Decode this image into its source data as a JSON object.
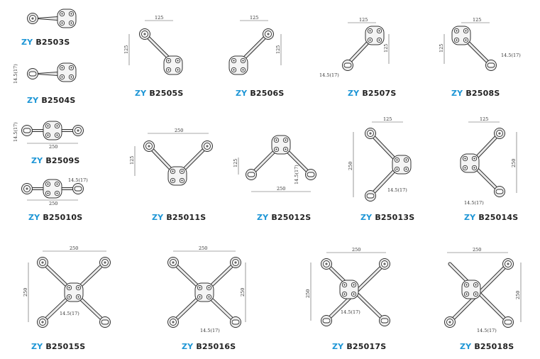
{
  "brand_prefix": "ZY",
  "brand_color": "#1e96d6",
  "items": [
    {
      "model": "B2503S",
      "dims": []
    },
    {
      "model": "B2504S",
      "dims": [
        "14.5(17)"
      ]
    },
    {
      "model": "B2505S",
      "dims": [
        "125",
        "125"
      ]
    },
    {
      "model": "B2506S",
      "dims": [
        "125",
        "125"
      ]
    },
    {
      "model": "B2507S",
      "dims": [
        "125",
        "125",
        "14.5(17)"
      ]
    },
    {
      "model": "B2508S",
      "dims": [
        "125",
        "125",
        "14.5(17)"
      ]
    },
    {
      "model": "B2509S",
      "dims": [
        "250",
        "14.5(17)"
      ]
    },
    {
      "model": "B25010S",
      "dims": [
        "250",
        "14.5(17)"
      ]
    },
    {
      "model": "B25011S",
      "dims": [
        "250",
        "125"
      ]
    },
    {
      "model": "B25012S",
      "dims": [
        "250",
        "125",
        "14.5(17)"
      ]
    },
    {
      "model": "B25013S",
      "dims": [
        "125",
        "250",
        "14.5(17)"
      ]
    },
    {
      "model": "B25014S",
      "dims": [
        "125",
        "250",
        "14.5(17)"
      ]
    },
    {
      "model": "B25015S",
      "dims": [
        "250",
        "250",
        "14.5(17)"
      ]
    },
    {
      "model": "B25016S",
      "dims": [
        "250",
        "250",
        "14.5(17)"
      ]
    },
    {
      "model": "B25017S",
      "dims": [
        "250",
        "250",
        "14.5(17)"
      ]
    },
    {
      "model": "B25018S",
      "dims": [
        "250",
        "250",
        "14.5(17)"
      ]
    }
  ]
}
